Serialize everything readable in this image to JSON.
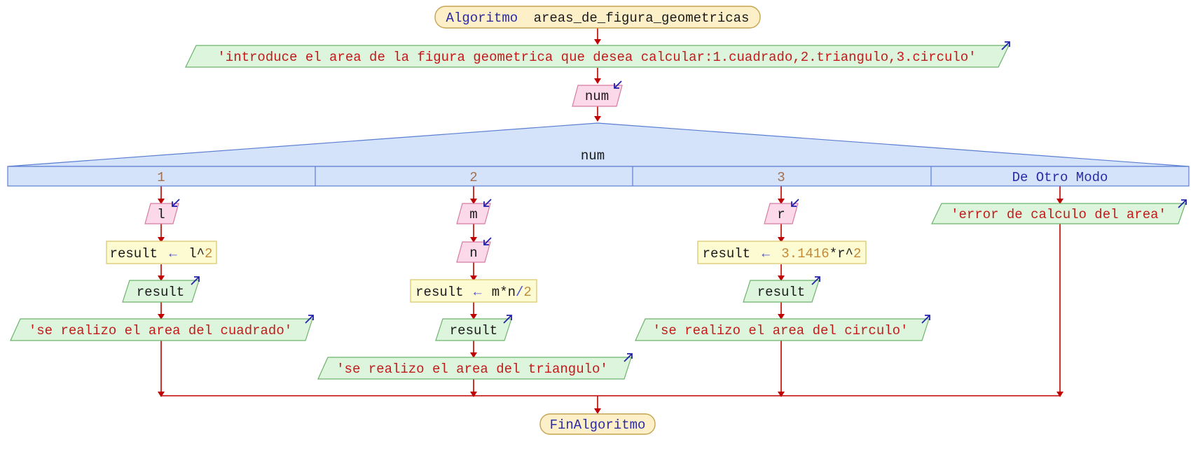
{
  "diagram": {
    "start": {
      "keyword": "Algoritmo",
      "name": "areas_de_figura_geometricas"
    },
    "prompt": "'introduce el area de la figura geometrica que desea calcular:1.cuadrado,2.triangulo,3.circulo'",
    "read_var": "num",
    "switch": {
      "variable": "num",
      "cases": [
        {
          "label": "1",
          "read": [
            "l"
          ],
          "assign": {
            "target": "result",
            "arrow": "←",
            "expr": [
              {
                "t": "l^",
                "c": "id"
              },
              {
                "t": "2",
                "c": "num"
              }
            ]
          },
          "write_var": "result",
          "write_msg": "'se realizo el area del cuadrado'"
        },
        {
          "label": "2",
          "read": [
            "m",
            "n"
          ],
          "assign": {
            "target": "result",
            "arrow": "←",
            "expr": [
              {
                "t": "m*n",
                "c": "id"
              },
              {
                "t": "/",
                "c": "op"
              },
              {
                "t": "2",
                "c": "num"
              }
            ]
          },
          "write_var": "result",
          "write_msg": "'se realizo el area del triangulo'"
        },
        {
          "label": "3",
          "read": [
            "r"
          ],
          "assign": {
            "target": "result",
            "arrow": "←",
            "expr": [
              {
                "t": "3.1416",
                "c": "num"
              },
              {
                "t": "*r^",
                "c": "id"
              },
              {
                "t": "2",
                "c": "num"
              }
            ]
          },
          "write_var": "result",
          "write_msg": "'se realizo el area del circulo'"
        },
        {
          "label": "De Otro Modo",
          "write_msg": "'error de calculo del area'"
        }
      ]
    },
    "end": "FinAlgoritmo",
    "colors": {
      "terminal_fill": "#fdf0c8",
      "terminal_stroke": "#c7a350",
      "output_fill": "#dcf5dc",
      "output_stroke": "#6cb36c",
      "input_fill": "#fbd9e9",
      "input_stroke": "#d77aa3",
      "process_fill": "#fdfbd2",
      "process_stroke": "#d6c468",
      "switch_fill": "#d5e3fa",
      "switch_stroke": "#5a7ed1",
      "flow": "#c00000",
      "io_arrow": "#2222aa"
    }
  }
}
